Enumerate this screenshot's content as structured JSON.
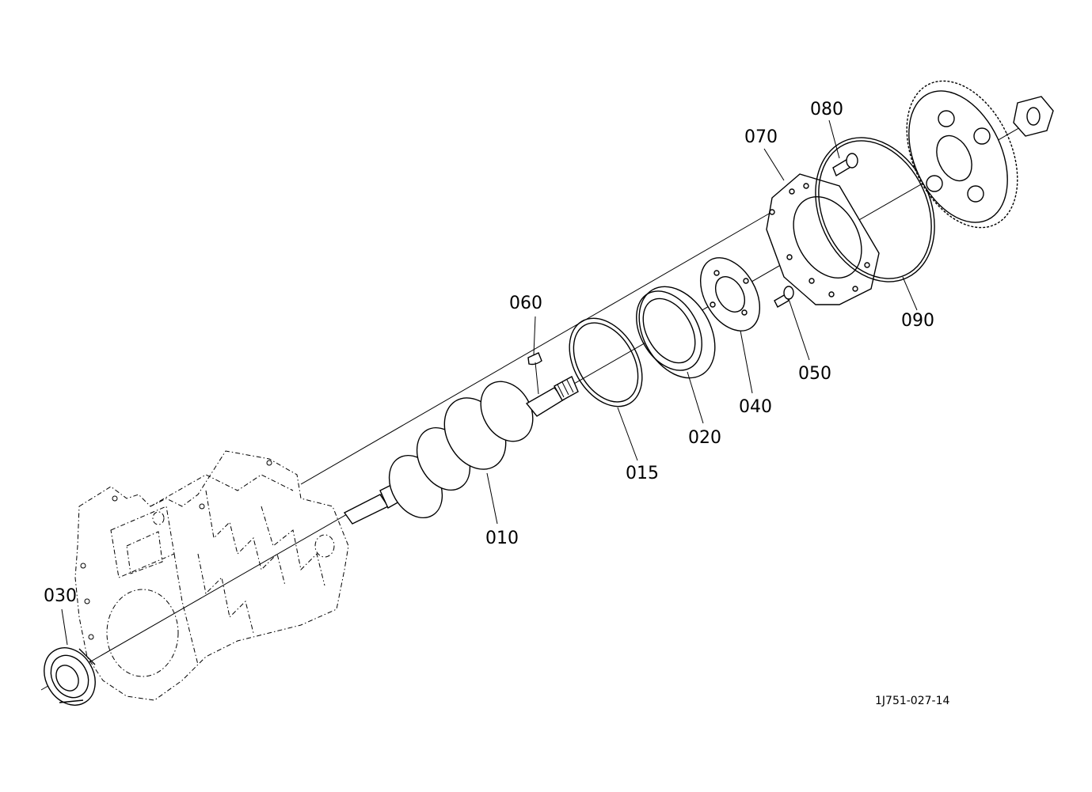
{
  "diagram": {
    "reference_code": "1J751-027-14",
    "parts": [
      {
        "id": "p010",
        "number": "010"
      },
      {
        "id": "p015",
        "number": "015"
      },
      {
        "id": "p020",
        "number": "020"
      },
      {
        "id": "p030",
        "number": "030"
      },
      {
        "id": "p040",
        "number": "040"
      },
      {
        "id": "p050",
        "number": "050"
      },
      {
        "id": "p060",
        "number": "060"
      },
      {
        "id": "p070",
        "number": "070"
      },
      {
        "id": "p080",
        "number": "080"
      },
      {
        "id": "p090",
        "number": "090"
      }
    ]
  }
}
